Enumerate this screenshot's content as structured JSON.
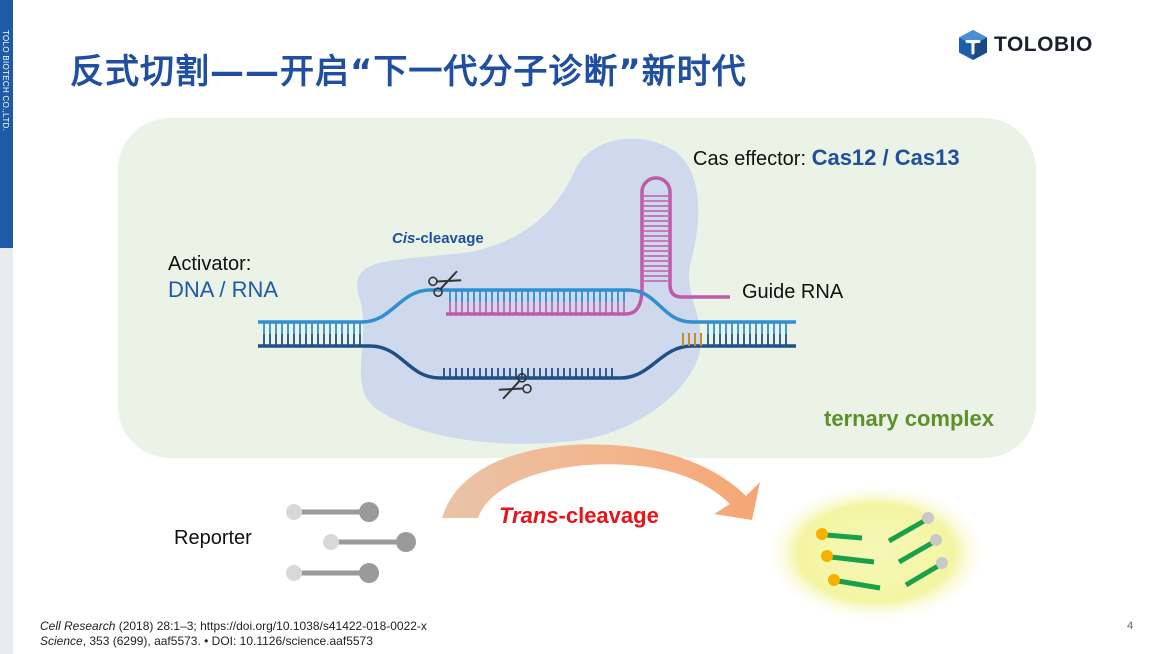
{
  "slide": {
    "title": "反式切割——开启“下一代分子诊断”新时代",
    "page_number": "4",
    "side_text": "TOLO BIOTECH CO.,LTD.",
    "logo": {
      "text": "TOLOBIO",
      "icon": "tolobio-cube-icon"
    }
  },
  "diagram": {
    "cas_effector_label": "Cas effector: ",
    "cas_effector_value": "Cas12 / Cas13",
    "cis_cleavage_prefix": "Cis",
    "cis_cleavage_suffix": "-cleavage",
    "activator_label": "Activator:",
    "activator_value": "DNA / RNA",
    "guide_rna_label": "Guide RNA",
    "ternary_complex_label": "ternary complex",
    "reporter_label": "Reporter",
    "trans_cleavage_prefix": "Trans",
    "trans_cleavage_suffix": "-cleavage",
    "icons": [
      "scissors-icon",
      "scissors-icon"
    ],
    "colors": {
      "complex_background": "#eaf3e6",
      "cas_protein": "#c9d3ee",
      "dna_top_strand": "#2f8fd0",
      "dna_bottom_strand": "#1f4f84",
      "guide_rna": "#c05aa8",
      "label_blue": "#1f4f9e",
      "ternary_green": "#5f8f2b",
      "trans_red": "#e8141b",
      "arrow": "#f2b287",
      "glow": "#f3f5a2",
      "fragment_green": "#19a04a",
      "fluorophore_yellow": "#f5b100",
      "reporter_gray": "#9a9a9a"
    }
  },
  "references": {
    "ref1_journal": "Cell Research",
    "ref1_rest": " (2018) 28:1–3; https://doi.org/10.1038/s41422-018-0022-x",
    "ref2_journal": "Science",
    "ref2_rest": ", 353 (6299), aaf5573. • DOI: 10.1126/science.aaf5573"
  }
}
